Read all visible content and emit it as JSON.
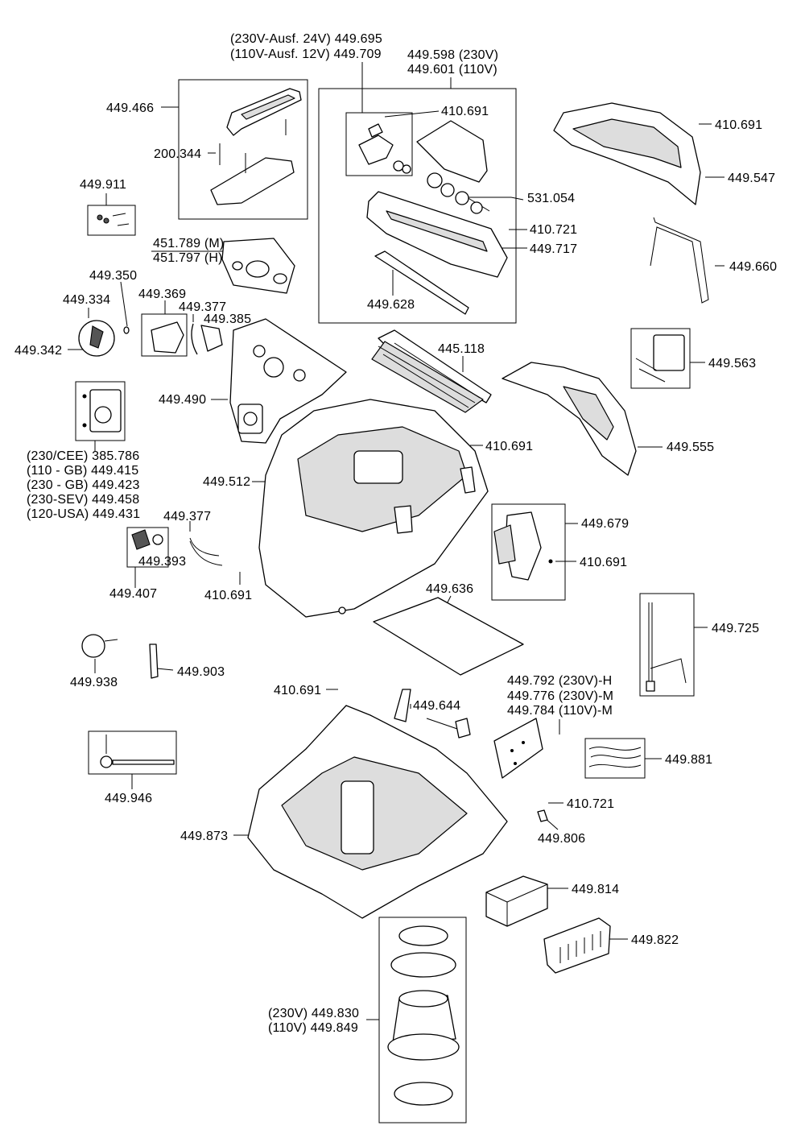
{
  "labels": {
    "pump_230": "(230V-Ausf. 24V) 449.695",
    "pump_110": "(110V-Ausf. 12V) 449.709",
    "valve_230": "449.598 (230V)",
    "valve_110": "449.601 (110V)",
    "handle": "449.466",
    "screw_200344": "200.344",
    "screw_top_right": "410.691",
    "screw_valve": "410.691",
    "seal_531054": "531.054",
    "cover_449547": "449.547",
    "screw_410721_top": "410.721",
    "part_449717": "449.717",
    "kit_449911": "449.911",
    "sticker_m": "451.789 (M)",
    "sticker_h": "451.797 (H)",
    "bracket_449660": "449.660",
    "knob_cap_449350": "449.350",
    "knob_449334": "449.334",
    "switch_449369": "449.369",
    "cable_449377_top": "449.377",
    "clip_449385": "449.385",
    "gasket_449628": "449.628",
    "filter_445118": "445.118",
    "knob_screw_449342": "449.342",
    "kit_449563": "449.563",
    "panel_449490": "449.490",
    "screw_mid": "410.691",
    "side_449555": "449.555",
    "socket_cee": "(230/CEE) 385.786",
    "socket_gb110": "(110 - GB) 449.415",
    "socket_gb230": "(230 - GB) 449.423",
    "socket_sev": "(230-SEV) 449.458",
    "socket_usa": "(120-USA) 449.431",
    "housing_449512": "449.512",
    "cable_449377_mid": "449.377",
    "latch_449679": "449.679",
    "knob_449393": "449.393",
    "screw_latch": "410.691",
    "set_449407": "449.407",
    "screw_lower_left": "410.691",
    "plate_449636": "449.636",
    "rod_449725": "449.725",
    "sensor_449938": "449.938",
    "switch_449903": "449.903",
    "screw_base": "410.691",
    "pcb_h": "449.792 (230V)-H",
    "pcb_230m": "449.776 (230V)-M",
    "pcb_110m": "449.784 (110V)-M",
    "clip_449644": "449.644",
    "cable_449881": "449.881",
    "axle_449946": "449.946",
    "screw_410721_bottom": "410.721",
    "base_449873": "449.873",
    "holder_449806": "449.806",
    "foam_449814": "449.814",
    "grille_449822": "449.822",
    "motor_230": "(230V) 449.830",
    "motor_110": "(110V) 449.849"
  }
}
